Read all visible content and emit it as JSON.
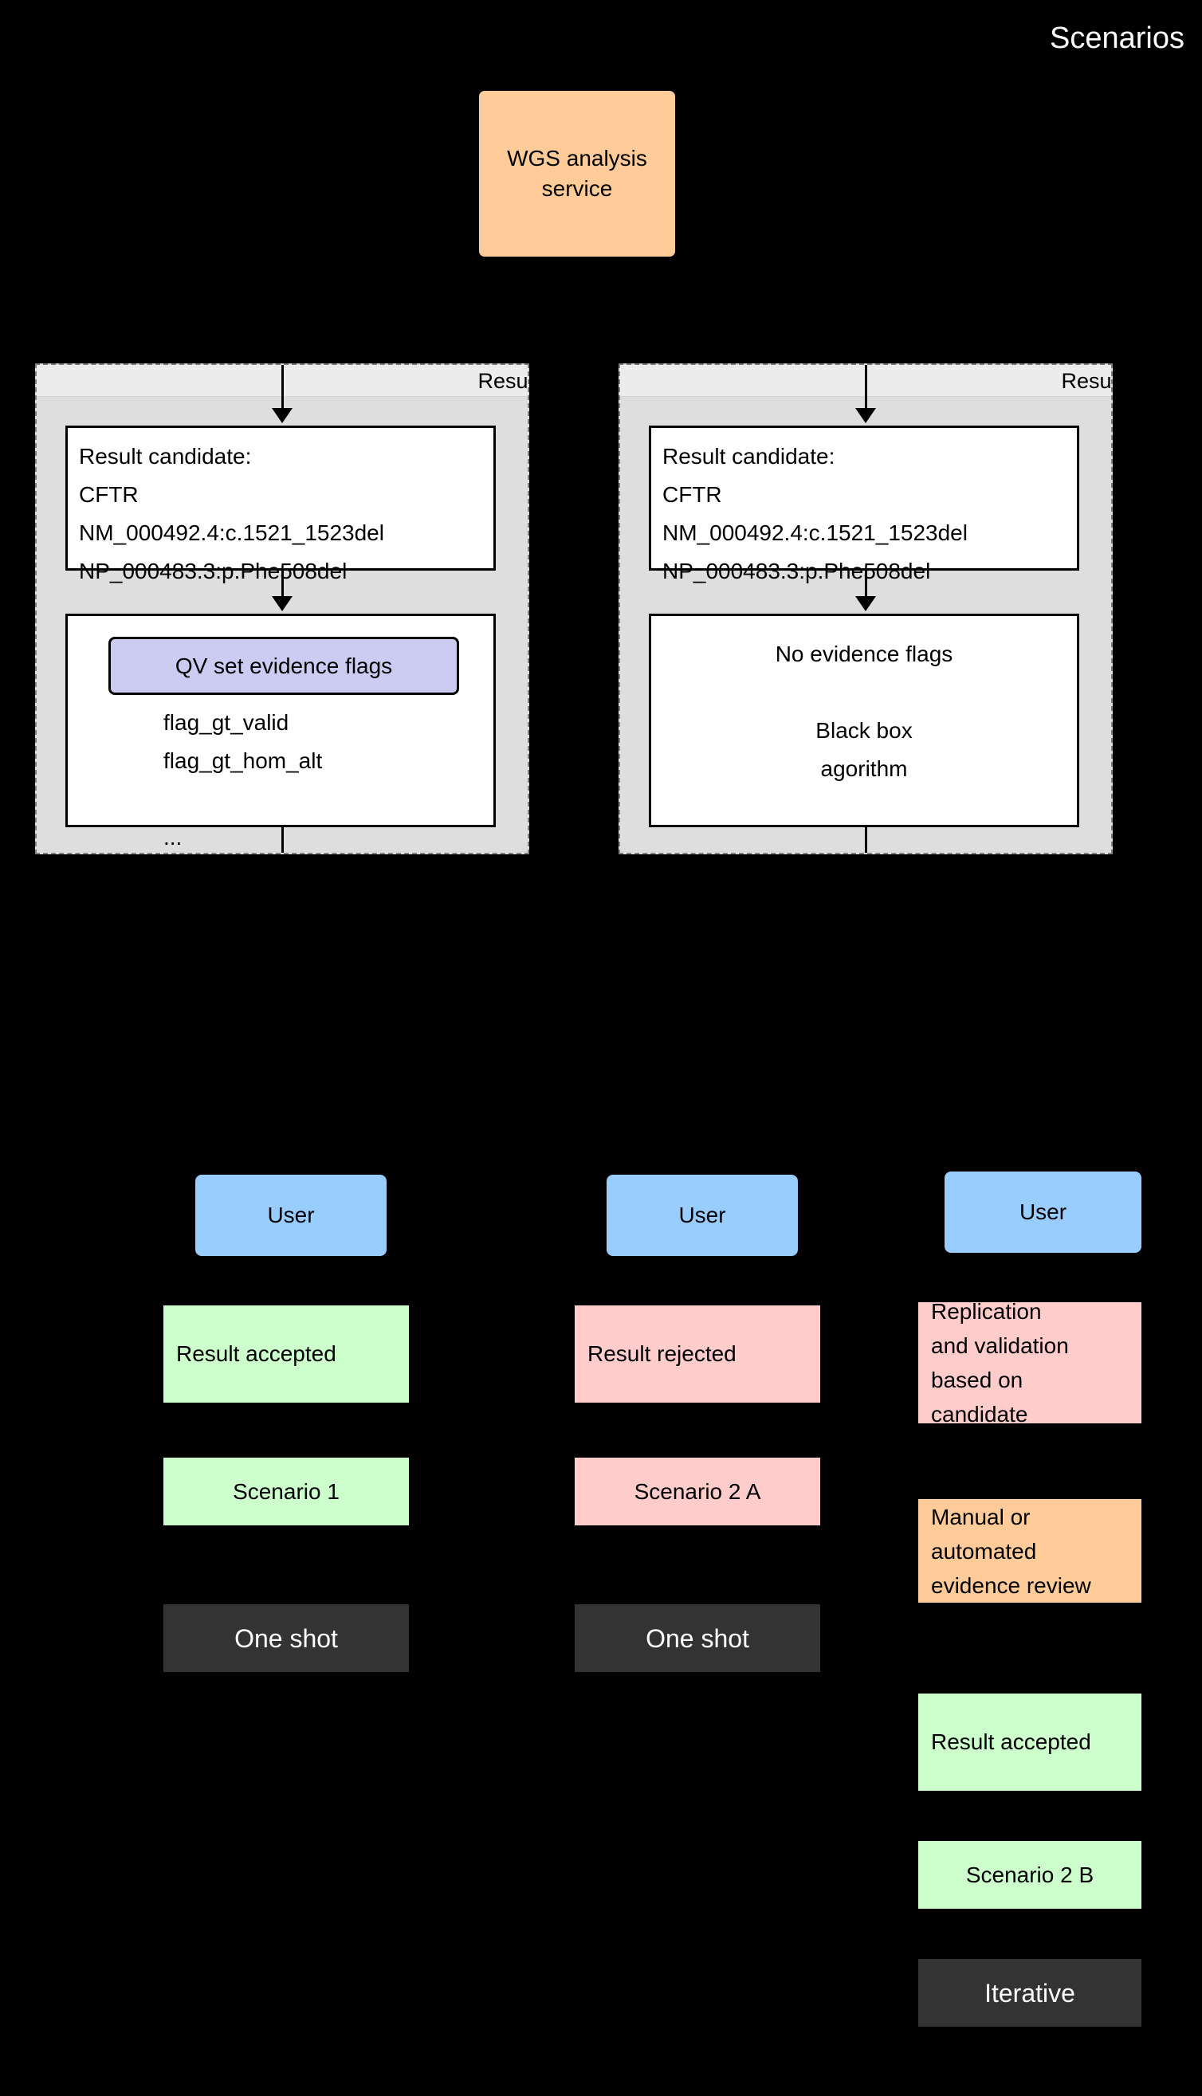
{
  "title": "Scenarios",
  "source_node": {
    "label": "WGS analysis\nservice",
    "color": "#ffcc99"
  },
  "groups": [
    {
      "name": "result-group-left",
      "header_label": "Result",
      "candidate_box": {
        "text": "Result candidate:\nCFTR\nNM_000492.4:c.1521_1523del\nNP_000483.3:p.Phe508del"
      },
      "flags_box": {
        "chip_label": "QV set evidence flags",
        "chip_color": "#ccccf2",
        "flags": "flag_gt_valid\nflag_gt_hom_alt\n\n..."
      }
    },
    {
      "name": "result-group-right",
      "header_label": "Result",
      "candidate_box": {
        "text": "Result candidate:\nCFTR\nNM_000492.4:c.1521_1523del\nNP_000483.3:p.Phe508del"
      },
      "blackbox": {
        "text": "No evidence flags\n\nBlack box\nagorithm"
      }
    }
  ],
  "columns": [
    {
      "name": "scenario-1-column",
      "items": [
        {
          "label": "User",
          "kind": "user",
          "color": "#99ccff",
          "align": "center"
        },
        {
          "label": "Result accepted",
          "kind": "green",
          "color": "#ccffcc",
          "align": "left"
        },
        {
          "label": "Scenario 1",
          "kind": "green",
          "color": "#ccffcc",
          "align": "center"
        },
        {
          "label": "One shot",
          "kind": "dark",
          "color": "#333333",
          "align": "center"
        }
      ]
    },
    {
      "name": "scenario-2a-column",
      "items": [
        {
          "label": "User",
          "kind": "user",
          "color": "#99ccff",
          "align": "center"
        },
        {
          "label": "Result rejected",
          "kind": "pink",
          "color": "#ffcccc",
          "align": "left"
        },
        {
          "label": "Scenario 2 A",
          "kind": "pink",
          "color": "#ffcccc",
          "align": "center"
        },
        {
          "label": "One shot",
          "kind": "dark",
          "color": "#333333",
          "align": "center"
        }
      ]
    },
    {
      "name": "scenario-2b-column",
      "items": [
        {
          "label": "User",
          "kind": "user",
          "color": "#99ccff",
          "align": "center"
        },
        {
          "label": "Replication\nand validation\nbased on\ncandidate",
          "kind": "pink",
          "color": "#ffcccc",
          "align": "left"
        },
        {
          "label": "Manual or\nautomated\nevidence review",
          "kind": "orange",
          "color": "#ffcc99",
          "align": "left"
        },
        {
          "label": "Result accepted",
          "kind": "green",
          "color": "#ccffcc",
          "align": "left"
        },
        {
          "label": "Scenario 2 B",
          "kind": "green",
          "color": "#ccffcc",
          "align": "center"
        },
        {
          "label": "Iterative",
          "kind": "dark",
          "color": "#333333",
          "align": "center"
        }
      ]
    }
  ]
}
